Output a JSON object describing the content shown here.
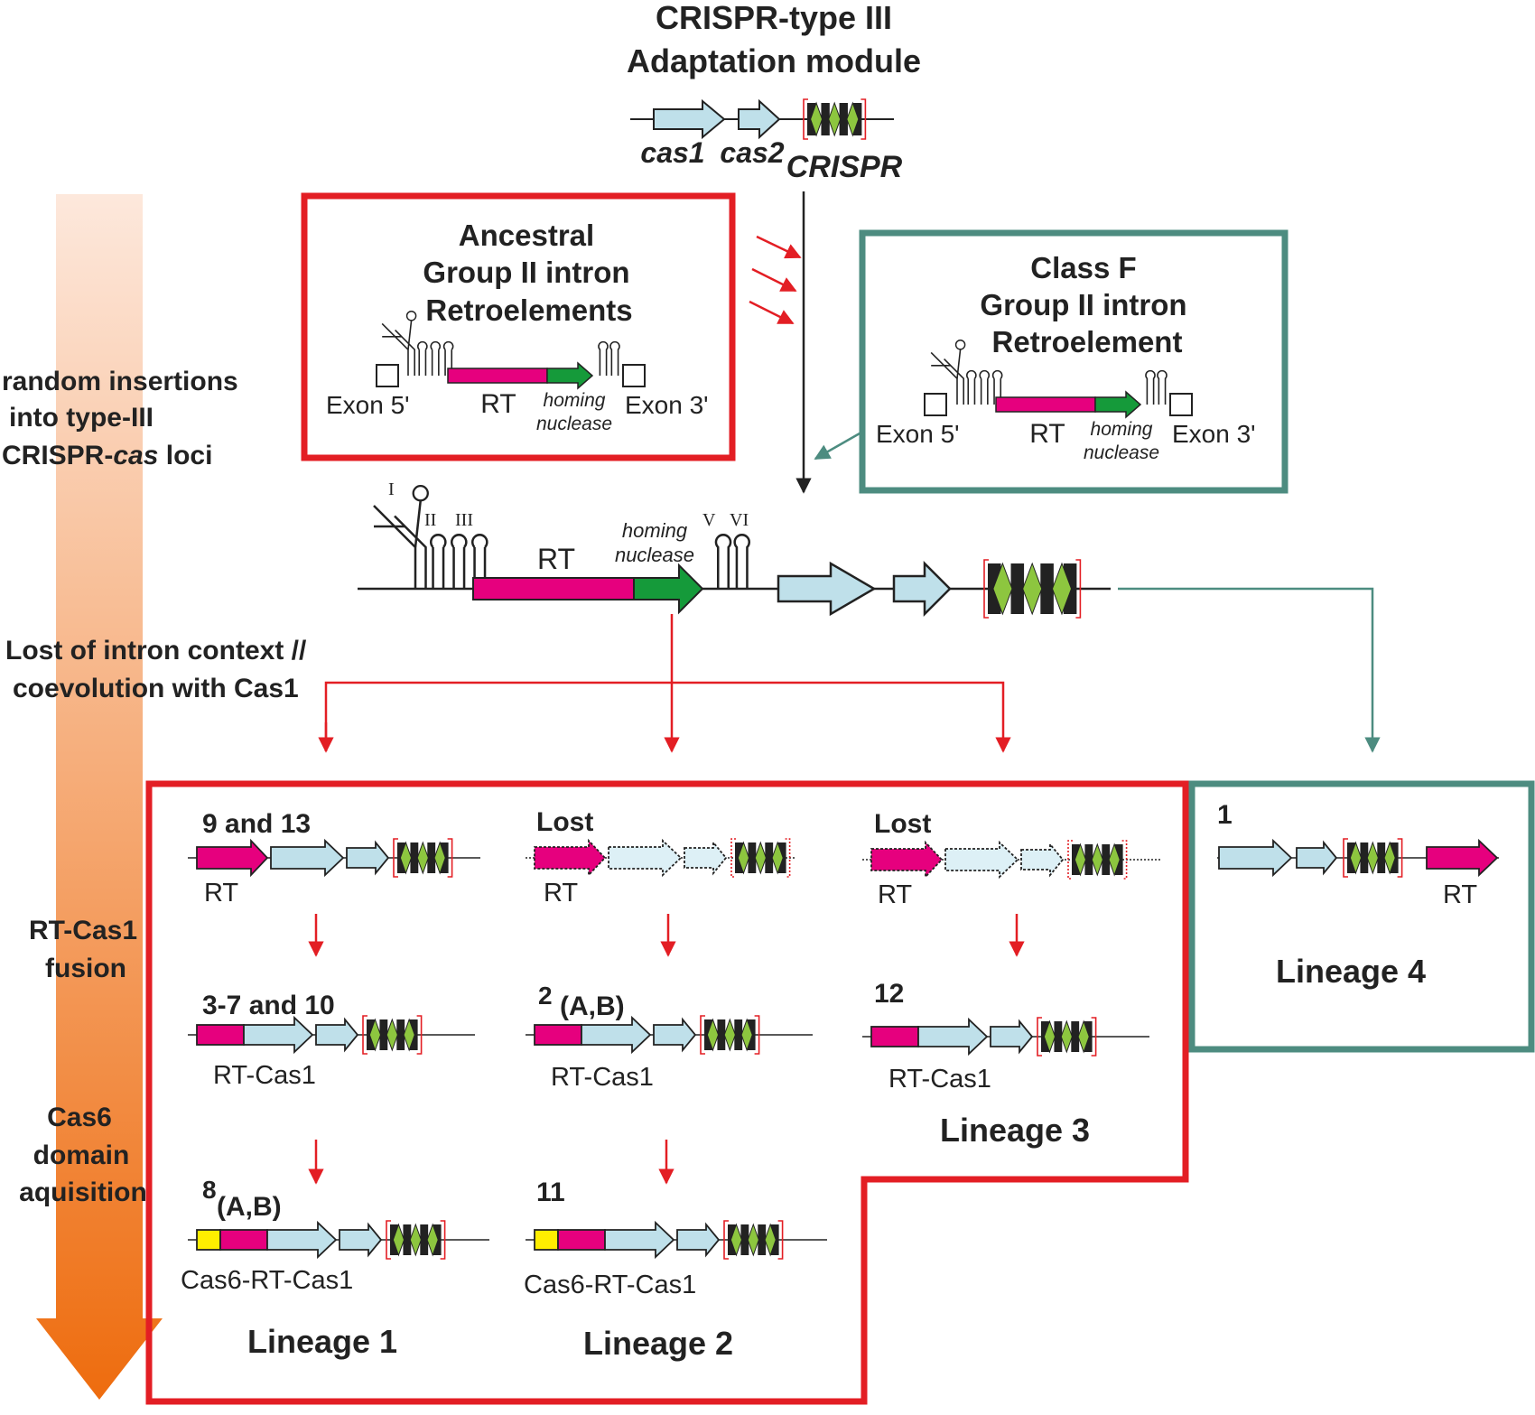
{
  "colors": {
    "red": "#e31e24",
    "teal": "#4d8c80",
    "magenta": "#e6007e",
    "green": "#159a3a",
    "light_blue": "#bfe0ea",
    "yellow": "#ffee00",
    "lime": "#8dc63f",
    "dark": "#222222",
    "orange_top": "#fde8dc",
    "orange_bottom": "#ee6c0e"
  },
  "header": {
    "title_line1": "CRISPR-type III",
    "title_line2": "Adaptation module"
  },
  "adaptation": {
    "cas1": "cas1",
    "cas2": "cas2",
    "crispr": "CRISPR"
  },
  "side": {
    "insertions": [
      "random insertions",
      "into type-III"
    ],
    "insertions_loci_prefix": "CRISPR-",
    "insertions_loci_italic": "cas",
    "insertions_loci_suffix": " loci",
    "lost_context": [
      "Lost of intron context //",
      "coevolution with Cas1"
    ],
    "fusion": [
      "RT-Cas1",
      "fusion"
    ],
    "cas6": [
      "Cas6",
      "domain",
      "aquisition"
    ]
  },
  "ancestral": {
    "title": [
      "Ancestral",
      "Group II intron",
      "Retroelements"
    ],
    "exon5": "Exon 5'",
    "rt": "RT",
    "homing": "homing",
    "nuclease": "nuclease",
    "exon3": "Exon 3'"
  },
  "classf": {
    "title": [
      "Class F",
      "Group II intron",
      "Retroelement"
    ],
    "exon5": "Exon 5'",
    "rt": "RT",
    "homing": "homing",
    "nuclease": "nuclease",
    "exon3": "Exon 3'"
  },
  "inserted": {
    "domains": [
      "I",
      "II",
      "III",
      "V",
      "VI"
    ],
    "rt": "RT",
    "homing": "homing",
    "nuclease": "nuclease"
  },
  "lineage1": {
    "label": "Lineage 1",
    "row1": {
      "num": "9 and 13",
      "gene": "RT"
    },
    "row2": {
      "num": "3-7 and 10",
      "gene": "RT-Cas1"
    },
    "row3": {
      "num": "8",
      "sub": "(A,B)",
      "gene": "Cas6-RT-Cas1"
    }
  },
  "lineage2": {
    "label": "Lineage 2",
    "row1": {
      "num": "Lost",
      "gene": "RT"
    },
    "row2": {
      "num": "2",
      "sub": "(A,B)",
      "gene": "RT-Cas1"
    },
    "row3": {
      "num": "11",
      "gene": "Cas6-RT-Cas1"
    }
  },
  "lineage3": {
    "label": "Lineage 3",
    "row1": {
      "num": "Lost",
      "gene": "RT"
    },
    "row2": {
      "num": "12",
      "gene": "RT-Cas1"
    }
  },
  "lineage4": {
    "label": "Lineage 4",
    "num": "1",
    "gene": "RT"
  }
}
